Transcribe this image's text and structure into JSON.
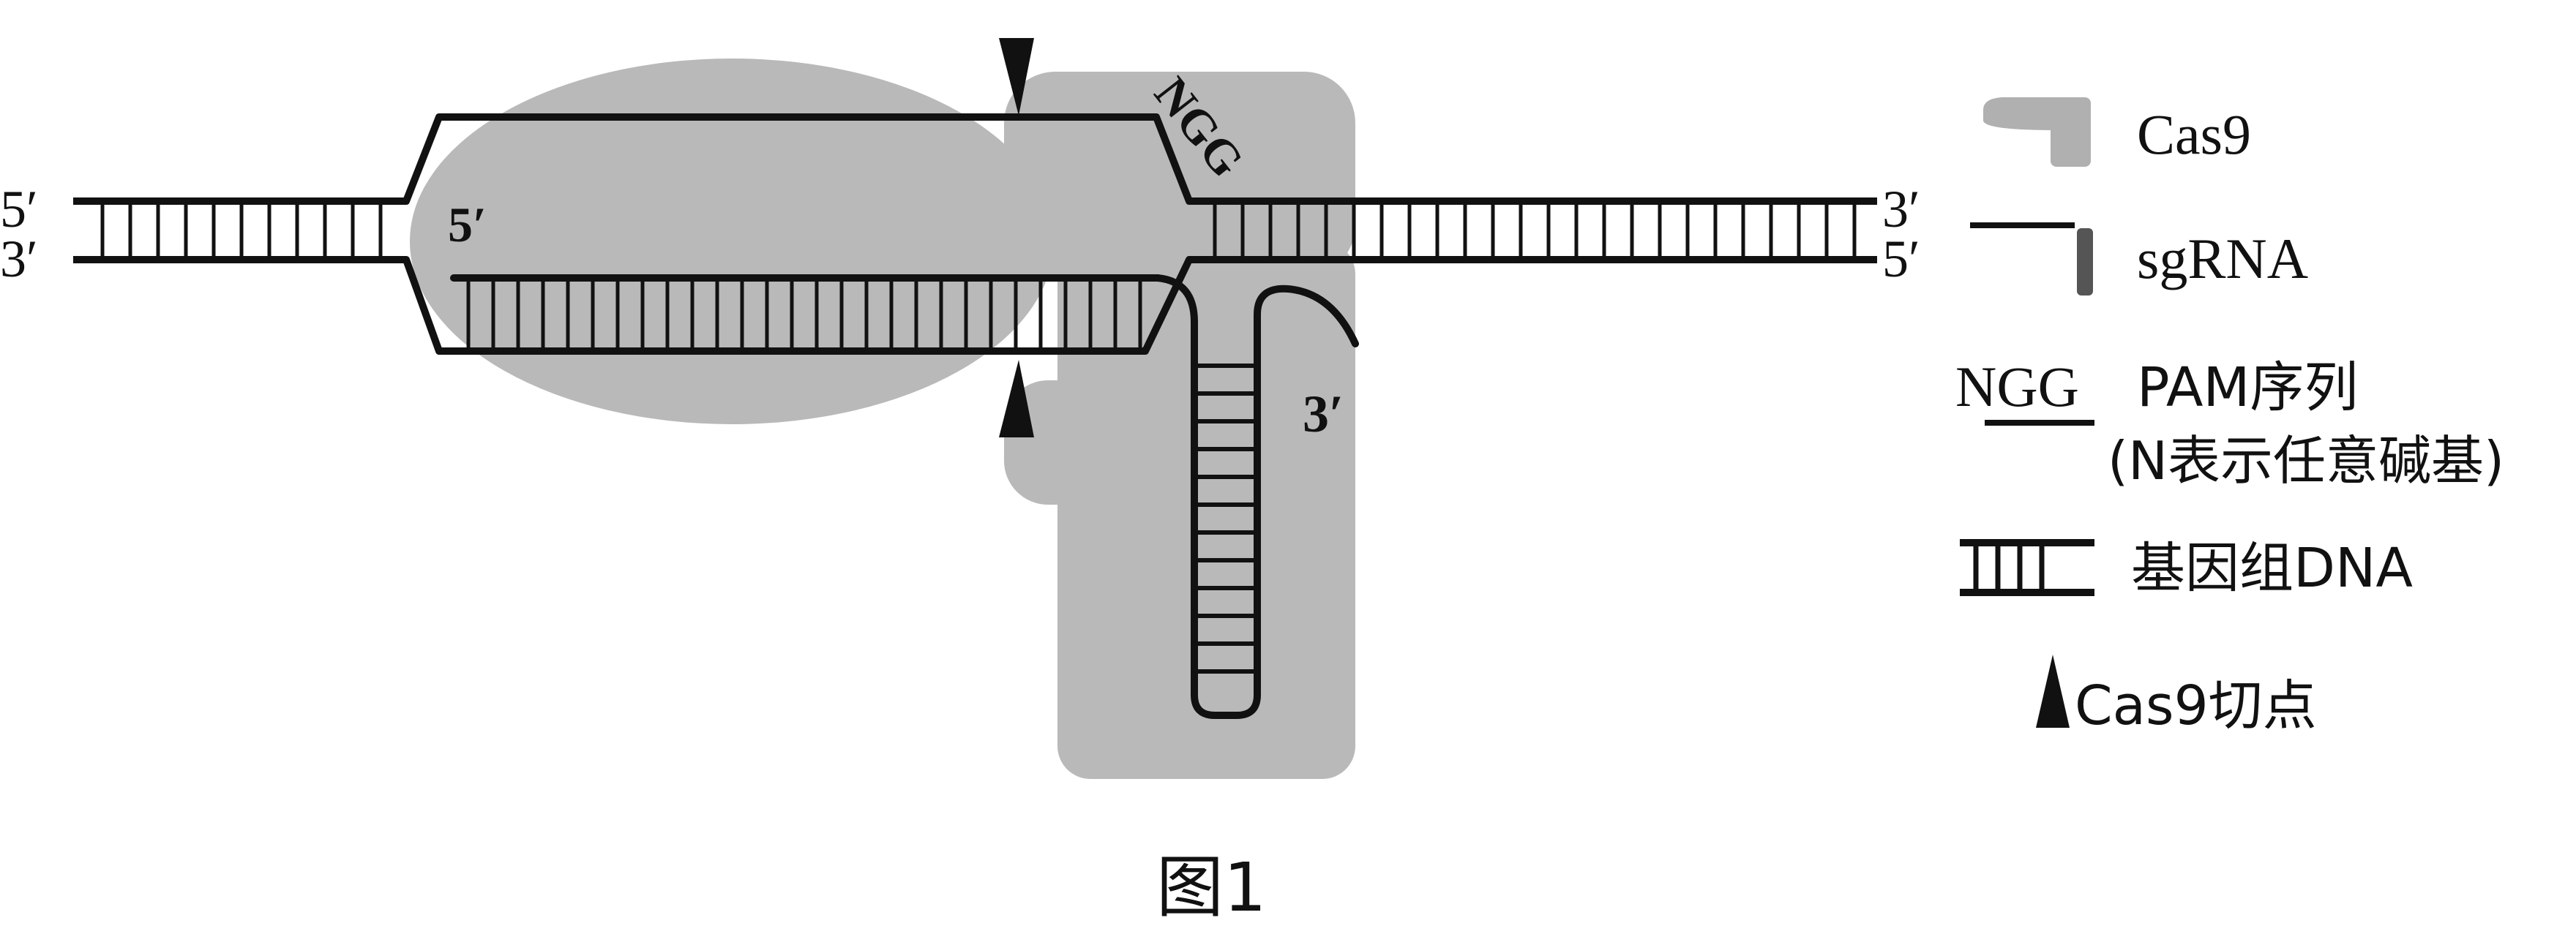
{
  "diagram": {
    "left_strand_top_end": "5′",
    "left_strand_bottom_end": "3′",
    "right_strand_top_end": "3′",
    "right_strand_bottom_end": "5′",
    "sgrna_5_end": "5′",
    "sgrna_3_end": "3′",
    "pam_sequence": "NGG"
  },
  "legend": {
    "cas9_label": "Cas9",
    "sgrna_label": "sgRNA",
    "pam_symbol": "NGG",
    "pam_label": "PAM序列",
    "pam_note": "(N表示任意碱基)",
    "dna_label": "基因组DNA",
    "cut_label": "Cas9切点"
  },
  "caption": "图1",
  "colors": {
    "cas9_fill": "#b9b9b9",
    "stroke": "#111111"
  }
}
